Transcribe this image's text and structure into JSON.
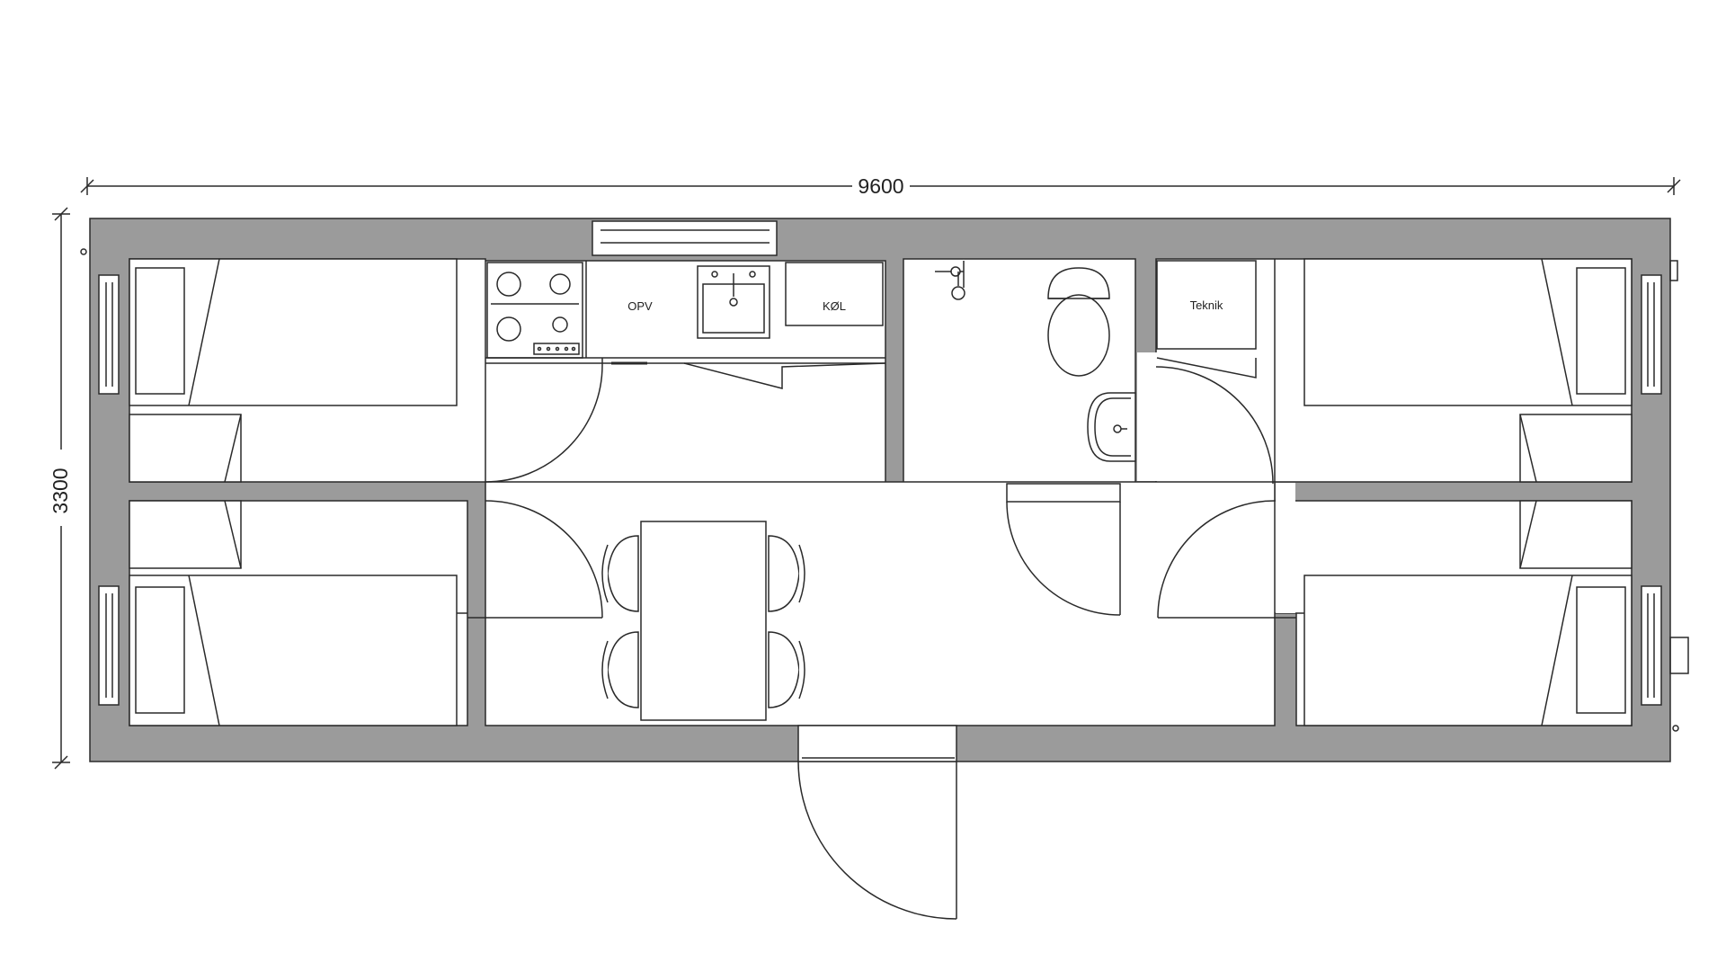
{
  "dimensions": {
    "width_label": "9600",
    "height_label": "3300"
  },
  "labels": {
    "opv": "OPV",
    "kol": "KØL",
    "teknik": "Teknik"
  },
  "colors": {
    "wall": "#9b9b9b",
    "line": "#2a2a2a",
    "floor": "#ffffff"
  }
}
